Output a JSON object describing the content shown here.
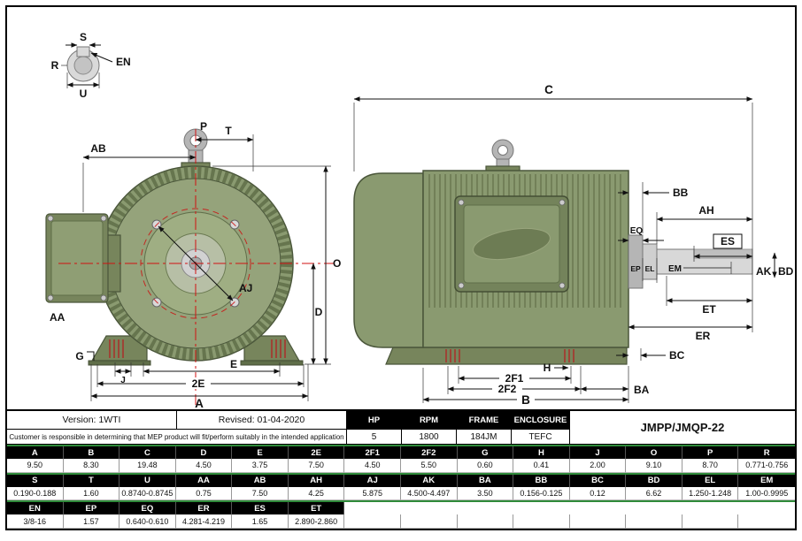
{
  "drawing": {
    "dim_labels": {
      "S": "S",
      "R": "R",
      "EN": "EN",
      "U": "U",
      "P": "P",
      "T": "T",
      "AB": "AB",
      "O": "O",
      "D": "D",
      "AJ": "AJ",
      "AA": "AA",
      "G": "G",
      "J": "J",
      "E": "E",
      "E2": "2E",
      "A": "A",
      "C": "C",
      "BB": "BB",
      "AH": "AH",
      "EQ": "EQ",
      "ES": "ES",
      "EP": "EP",
      "EL": "EL",
      "EM": "EM",
      "AK": "AK",
      "BD": "BD",
      "ET": "ET",
      "ER": "ER",
      "BC": "BC",
      "BA": "BA",
      "H": "H",
      "F1": "2F1",
      "F2": "2F2",
      "B": "B"
    },
    "colors": {
      "motor_green": "#8a9a70",
      "motor_dark_green": "#5f6e49",
      "centerline_red": "#d11111",
      "table_accent_green": "#2f8b3a"
    }
  },
  "info": {
    "version": "Version: 1WTI",
    "revised": "Revised: 01-04-2020",
    "disclaimer": "Customer is responsible in determining that MEP product will fit/perform suitably in the intended application",
    "model": "JMPP/JMQP-22",
    "spec_headers": [
      "HP",
      "RPM",
      "FRAME",
      "ENCLOSURE"
    ],
    "spec_values": [
      "5",
      "1800",
      "184JM",
      "TEFC"
    ]
  },
  "dim_table": {
    "rows": [
      {
        "type": "header",
        "cells": [
          "A",
          "B",
          "C",
          "D",
          "E",
          "2E",
          "2F1",
          "2F2",
          "G",
          "H",
          "J",
          "O",
          "P",
          "R"
        ]
      },
      {
        "type": "value",
        "cells": [
          "9.50",
          "8.30",
          "19.48",
          "4.50",
          "3.75",
          "7.50",
          "4.50",
          "5.50",
          "0.60",
          "0.41",
          "2.00",
          "9.10",
          "8.70",
          "0.771-0.756"
        ]
      },
      {
        "type": "header",
        "cells": [
          "S",
          "T",
          "U",
          "AA",
          "AB",
          "AH",
          "AJ",
          "AK",
          "BA",
          "BB",
          "BC",
          "BD",
          "EL",
          "EM"
        ]
      },
      {
        "type": "value",
        "cells": [
          "0.190-0.188",
          "1.60",
          "0.8740-0.8745",
          "0.75",
          "7.50",
          "4.25",
          "5.875",
          "4.500-4.497",
          "3.50",
          "0.156-0.125",
          "0.12",
          "6.62",
          "1.250-1.248",
          "1.00-0.9995"
        ]
      },
      {
        "type": "header",
        "cells": [
          "EN",
          "EP",
          "EQ",
          "ER",
          "ES",
          "ET",
          "",
          "",
          "",
          "",
          "",
          "",
          "",
          ""
        ]
      },
      {
        "type": "value",
        "cells": [
          "3/8-16",
          "1.57",
          "0.640-0.610",
          "4.281-4.219",
          "1.65",
          "2.890-2.860",
          "",
          "",
          "",
          "",
          "",
          "",
          "",
          ""
        ]
      }
    ]
  }
}
